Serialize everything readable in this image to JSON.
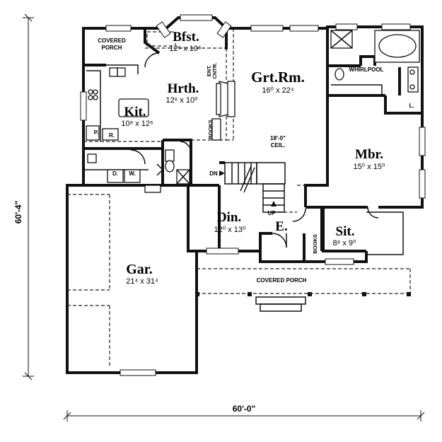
{
  "rooms": {
    "bfst": {
      "name": "Bfst.",
      "dims": "12⁶ x 10⁶"
    },
    "hrth": {
      "name": "Hrth.",
      "dims": "12⁶ x 10⁰"
    },
    "kit": {
      "name": "Kit.",
      "dims": "10⁸ x 12⁶"
    },
    "grtrm": {
      "name": "Grt.Rm.",
      "dims": "16⁰ x 22⁴"
    },
    "mbr": {
      "name": "Mbr.",
      "dims": "15⁰ x 15⁰"
    },
    "din": {
      "name": "Din.",
      "dims": "12⁰ x 13⁰"
    },
    "sit": {
      "name": "Sit.",
      "dims": "8⁸ x 9⁰"
    },
    "gar": {
      "name": "Gar.",
      "dims": "21⁴ x 31⁴"
    },
    "entry": {
      "name": "E."
    }
  },
  "labels": {
    "covered_porch_top_1": "COVERED",
    "covered_porch_top_2": "PORCH",
    "covered_porch_front": "COVERED PORCH",
    "whirlpool": "WHIRLPOOL",
    "ceiling_1": "18'-0\"",
    "ceiling_2": "CEIL.",
    "ent_cntr_1": "ENT.",
    "ent_cntr_2": "CNTR.",
    "books_grt": "BOOKS",
    "books_sit": "BOOKS",
    "pantry": "P.",
    "refrig": "R.",
    "dryer": "D.",
    "washer": "W.",
    "linen": "L.",
    "stair_down": "DN",
    "stair_up": "UP"
  },
  "dimensions": {
    "overall_width": "60'-0\"",
    "overall_depth": "60'-4\""
  }
}
